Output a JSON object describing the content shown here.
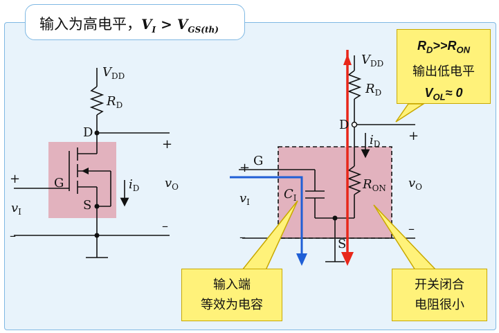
{
  "title": {
    "prefix": "输入为高电平，",
    "vi": "V",
    "vi_sub": "I",
    "gt": " > ",
    "vgs": "V",
    "vgs_sub": "GS(th)"
  },
  "left_circuit": {
    "vdd": "V",
    "vdd_sub": "DD",
    "rd": "R",
    "rd_sub": "D",
    "d": "D",
    "g": "G",
    "s": "S",
    "plus_out": "+",
    "plus_in": "+",
    "id": "i",
    "id_sub": "D",
    "vo": "v",
    "vo_sub": "O",
    "vi": "v",
    "vi_sub": "I",
    "minus_out": "–",
    "minus_in": "–"
  },
  "right_circuit": {
    "vdd": "V",
    "vdd_sub": "DD",
    "rd": "R",
    "rd_sub": "D",
    "d": "D",
    "g": "G",
    "s": "S",
    "plus_out": "+",
    "plus_in": "+",
    "id": "i",
    "id_sub": "D",
    "ci": "C",
    "ci_sub": "I",
    "ron": "R",
    "ron_sub": "ON",
    "vo": "v",
    "vo_sub": "O",
    "vi": "v",
    "vi_sub": "I",
    "minus_out": "–",
    "minus_in": "–"
  },
  "callouts": {
    "top_right": {
      "line1": "R",
      "line1_sub1": "D",
      "line1_mid": ">>R",
      "line1_sub2": "ON",
      "line2": "输出低电平",
      "line3": "V",
      "line3_sub": "OL",
      "line3_tail": "≈ 0"
    },
    "input": {
      "line1": "输入端",
      "line2": "等效为电容"
    },
    "switch": {
      "line1": "开关闭合",
      "line2": "电阻很小"
    }
  },
  "colors": {
    "panel": "#e8f3fb",
    "border": "#7fb8e3",
    "mosfet_box": "#e2b2be",
    "callout": "#fff27a",
    "red_arrow": "#e8271a",
    "blue_arrow": "#1f5fd6"
  }
}
